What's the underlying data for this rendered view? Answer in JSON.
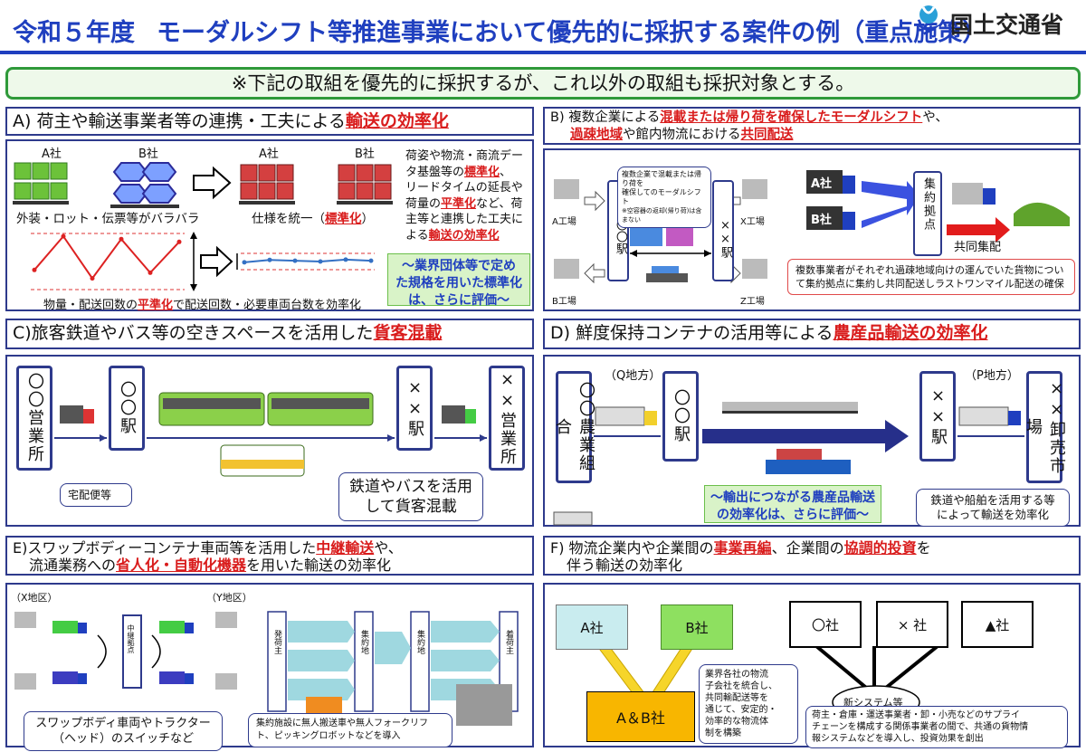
{
  "header": {
    "title_year": "令和５年度",
    "title_main": "モーダルシフト等推進事業において優先的に採択する案件の例（重点施策）",
    "ministry": "国土交通省"
  },
  "notice": "※下記の取組を優先的に採択するが、これ以外の取組も採択対象とする。",
  "sectionA": {
    "title_prefix": "A) 荷主や輸送事業者等の連携・工夫による",
    "title_highlight": "輸送の効率化",
    "company_a": "A社",
    "company_b": "B社",
    "company_a2": "A社",
    "company_b2": "B社",
    "caption_left": "外装・ロット・伝票等がバラバラ",
    "caption_right_prefix": "仕様を統一（",
    "caption_right_hl": "標準化",
    "caption_right_suffix": "）",
    "desc_1": "荷姿や物流・商流デー",
    "desc_2a": "タ基盤等の",
    "desc_2hl": "標準化",
    "desc_2b": "、",
    "desc_3": "リードタイムの延長や",
    "desc_4a": "荷量の",
    "desc_4hl": "平準化",
    "desc_4b": "など、荷",
    "desc_5": "主等と連携した工夫に",
    "desc_6a": "よる",
    "desc_6hl": "輸送の効率化",
    "green_1": "～業界団体等で定め",
    "green_2": "た規格を用いた標準化",
    "green_3": "は、さらに評価～",
    "bottom_prefix": "物量・配送回数の",
    "bottom_hl": "平準化",
    "bottom_suffix": "で配送回数・必要車両台数を効率化"
  },
  "sectionB": {
    "title_1a": "B) 複数企業による",
    "title_1hl": "混載または帰り荷を確保したモーダルシフト",
    "title_1b": "や、",
    "title_2hl1": "過疎地域",
    "title_2a": "や館内物流における",
    "title_2hl2": "共同配送",
    "factory_a": "A工場",
    "factory_b": "B工場",
    "factory_x": "X工場",
    "factory_z": "Z工場",
    "station_left": "〇〇駅",
    "station_right": "××駅",
    "small_note_1": "複数企業で混載または帰り荷を",
    "small_note_2": "確保してのモーダルシフト",
    "small_note_3": "※空容器の返却(帰り荷)は含まない",
    "company_a": "A社",
    "company_b": "B社",
    "hub": "集約拠点",
    "joint": "共同集配",
    "red_1": "複数事業者がそれぞれ過疎地域向けの運んでいた貨物につい",
    "red_2": "て集約拠点に集約し共同配送しラストワンマイル配送の確保"
  },
  "sectionC": {
    "title_prefix": "C)旅客鉄道やバス等の空きスペースを活用した",
    "title_highlight": "貨客混載",
    "office_left": "〇〇営業所",
    "station_left": "〇〇駅",
    "station_right": "××駅",
    "office_right": "××営業所",
    "takuhaibin": "宅配便等",
    "callout_1": "鉄道やバスを活用",
    "callout_2": "して貨客混載"
  },
  "sectionD": {
    "title_prefix": "D) 鮮度保持コンテナの活用等による",
    "title_highlight": "農産品輸送の効率化",
    "region_q": "（Q地方）",
    "region_p": "（P地方）",
    "coop": "〇〇農業組合",
    "station_left": "〇〇駅",
    "station_right": "××駅",
    "market": "××卸売市場",
    "green_1": "～輸出につながる農産品輸送",
    "green_2": "の効率化は、さらに評価～",
    "callout_1": "鉄道や船舶を活用する等",
    "callout_2": "によって輸送を効率化"
  },
  "sectionE": {
    "title_1a": "E)スワップボディーコンテナ車両等を活用した",
    "title_1hl": "中継輸送",
    "title_1b": "や、",
    "title_2a": "流通業務への",
    "title_2hl": "省人化・自動化機器",
    "title_2b": "を用いた輸送の効率化",
    "region_x": "（X地区）",
    "region_y": "（Y地区）",
    "relay": "中継拠点",
    "callout_1": "スワップボディ車両やトラクター",
    "callout_2": "（ヘッド）のスイッチなど",
    "shipper": "発荷主",
    "hub1": "集約地",
    "hub2": "集約地",
    "consignee": "着荷主",
    "callout_r1": "集約施設に無人搬送車や無人フォークリフ",
    "callout_r2": "ト、ピッキングロボットなどを導入"
  },
  "sectionF": {
    "title_1a": "F) 物流企業内や企業間の",
    "title_1hl1": "事業再編",
    "title_1b": "、企業間の",
    "title_1hl2": "協調的投資",
    "title_1c": "を",
    "title_2": "伴う輸送の効率化",
    "company_a": "A社",
    "company_b": "B社",
    "company_ab": "A＆B社",
    "company_o": "〇社",
    "company_x": "× 社",
    "company_t": "▲社",
    "system": "新システム等",
    "callout_l": [
      "業界各社の物流",
      "子会社を統合し、",
      "共同輸配送等を",
      "通じて、安定的・",
      "効率的な物流体",
      "制を構築"
    ],
    "callout_r1": "荷主・倉庫・運送事業者・卸・小売などのサプライ",
    "callout_r2": "チェーンを構成する関係事業者の間で、共通の貨物情",
    "callout_r3": "報システムなどを導入し、投資効果を創出"
  },
  "chart_data": {
    "type": "line",
    "series": [
      {
        "values": [
          35,
          95,
          20,
          90,
          30,
          85
        ]
      },
      {
        "values": [
          45,
          60,
          55,
          50,
          62,
          55
        ]
      }
    ]
  },
  "colors": {
    "title_blue": "#1f3fbf",
    "highlight_red": "#d91c1c",
    "frame_navy": "#2e3a8c",
    "notice_green": "#2f9a3a"
  }
}
